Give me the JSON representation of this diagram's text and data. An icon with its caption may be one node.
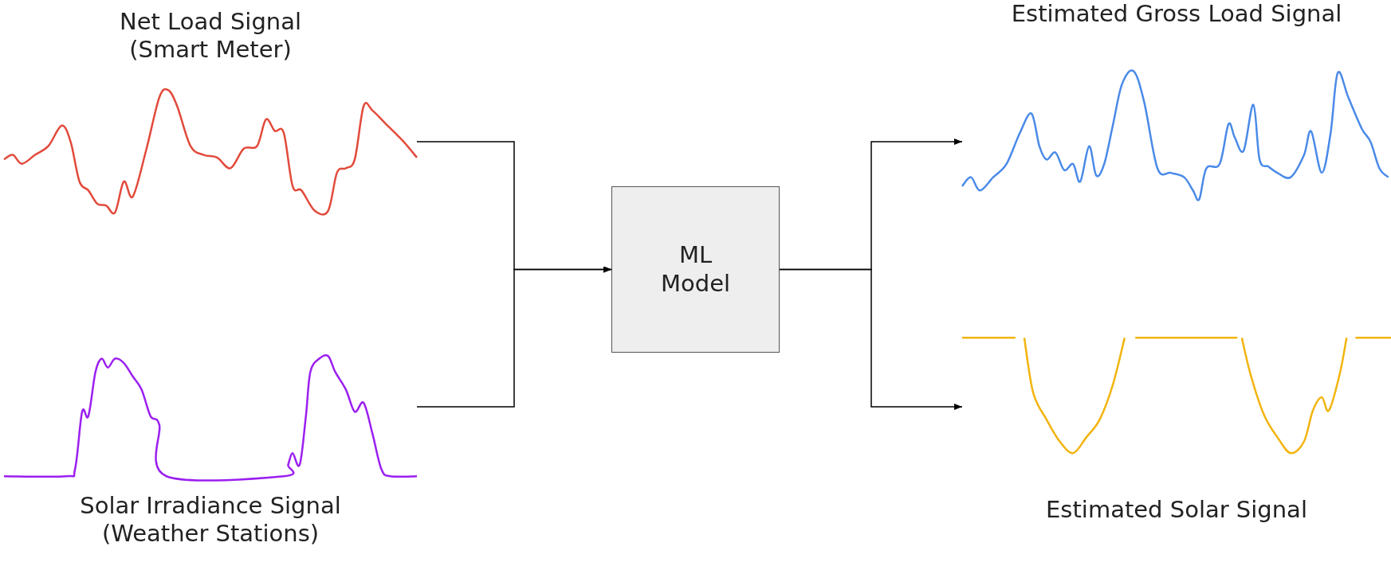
{
  "diagram": {
    "nodes": [
      {
        "text": [
          "Net Load Signal (Smart Meter)"
        ]
      },
      {
        "text": [
          "Solar Irradiance Signal (Weather Stations)"
        ]
      },
      {
        "text": [
          "ML Model"
        ]
      },
      {
        "text": [
          "Estimated Gross Load Signal"
        ]
      },
      {
        "text": [
          "Estimated Solar Signal"
        ]
      }
    ],
    "edges": [
      {
        "from": 0,
        "to": 2,
        "arrow": "to"
      },
      {
        "from": 1,
        "to": 2,
        "arrow": "to"
      },
      {
        "from": 2,
        "to": 3,
        "arrow": "to"
      },
      {
        "from": 2,
        "to": 4,
        "arrow": "to"
      }
    ]
  }
}
